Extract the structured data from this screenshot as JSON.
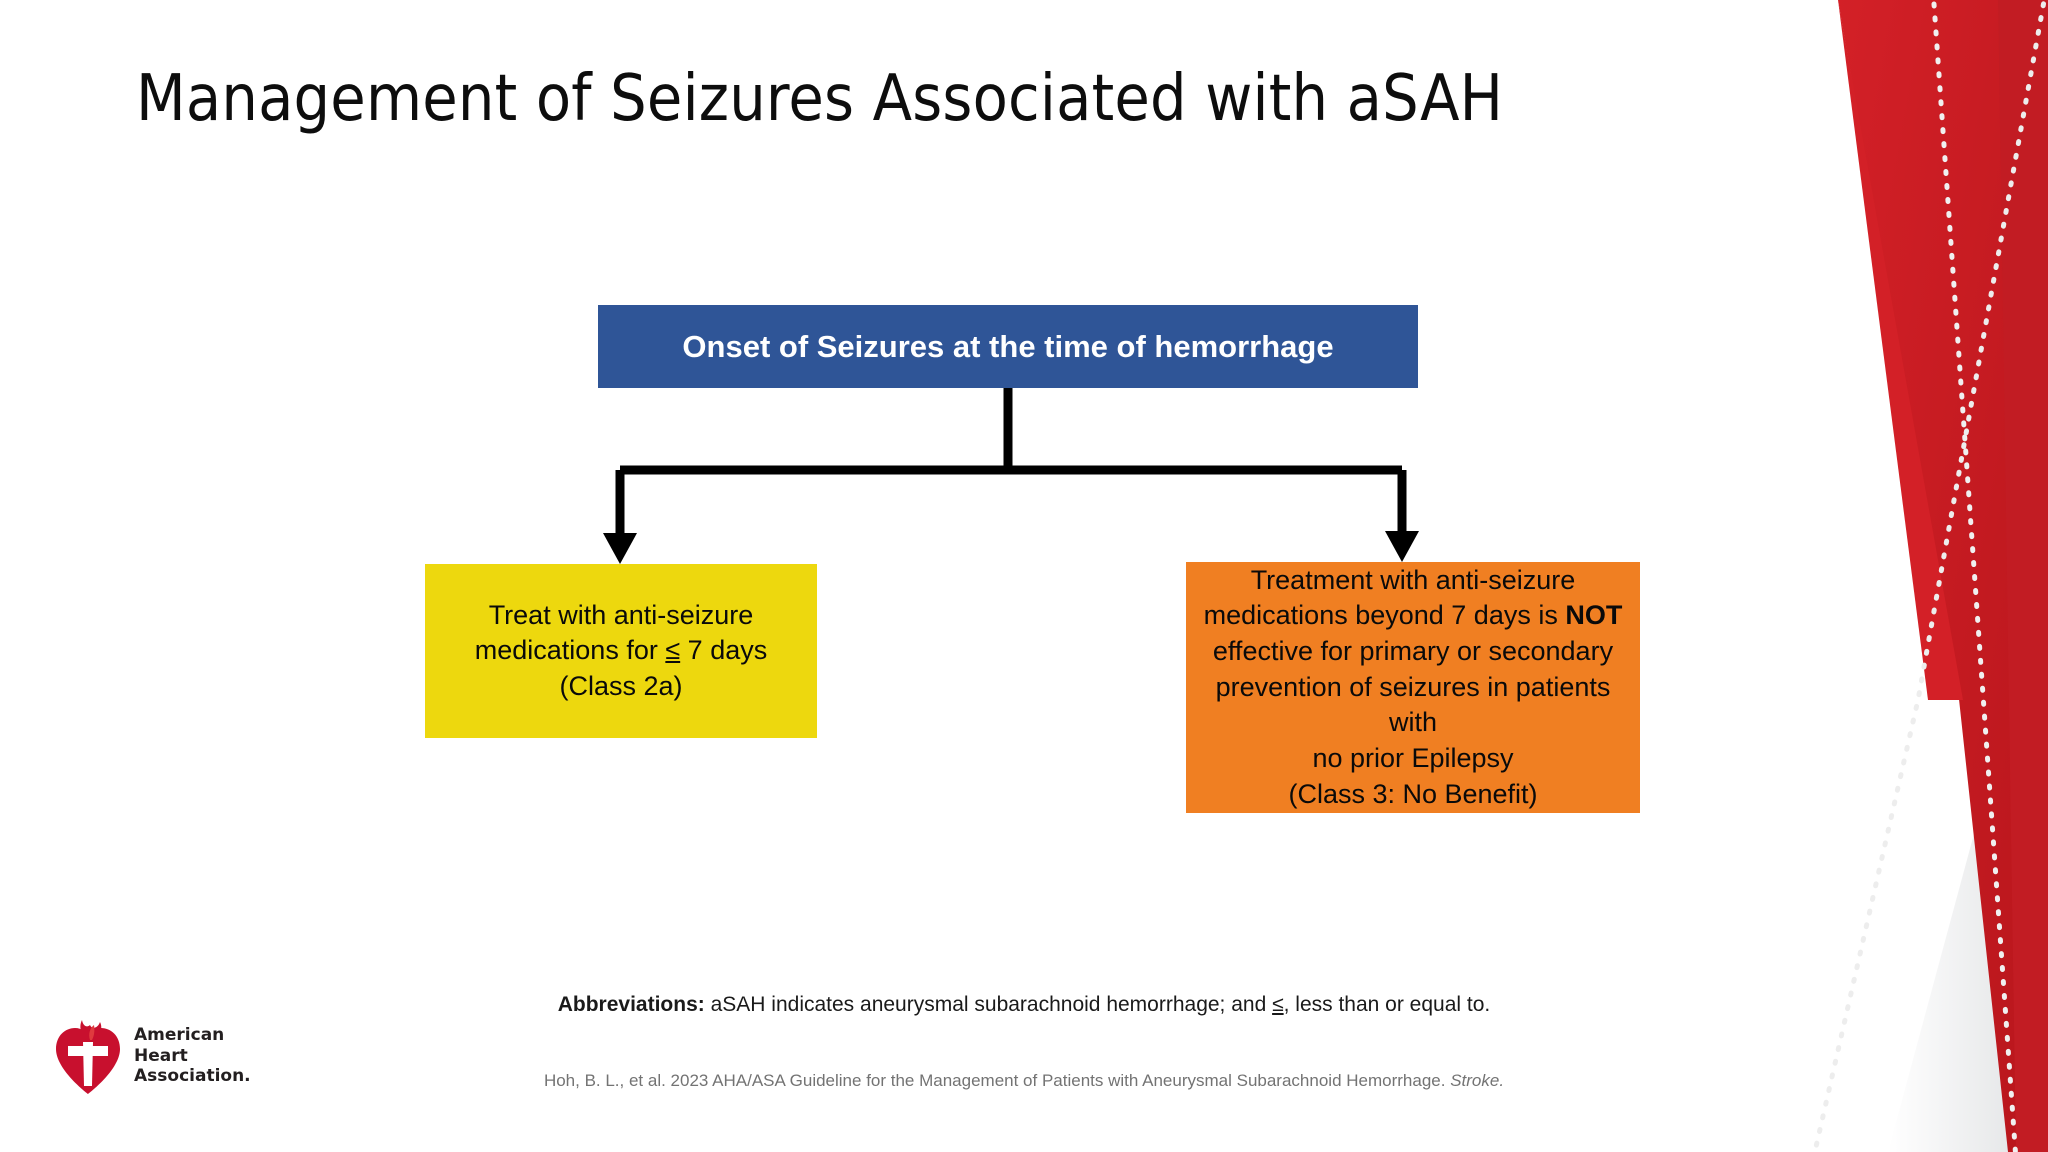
{
  "slide": {
    "title": "Management of Seizures Associated with aSAH",
    "background": "#FFFFFF"
  },
  "colors": {
    "root_box": "#2F5597",
    "left_box": "#EDD80E",
    "right_box": "#F07F22",
    "connector": "#000000",
    "brand_red": "#D32027",
    "title_text": "#0D0D0D",
    "citation_text": "#737373"
  },
  "flowchart": {
    "type": "diagram",
    "root": {
      "id": "root-node",
      "label": "Onset of Seizures at the time of hemorrhage",
      "fill": "#2F5597",
      "text_color": "#FFFFFF"
    },
    "branches": [
      {
        "id": "left-node",
        "fill": "#EDD80E",
        "text_color": "#0A0A0A",
        "lines": [
          {
            "text": "Treat with anti-seizure"
          },
          {
            "pre": "medications for ",
            "symbol": "≤",
            "post": " 7 days"
          },
          {
            "text": "(Class 2a)"
          }
        ],
        "plain_text": "Treat with anti-seizure medications for ≤ 7 days (Class 2a)"
      },
      {
        "id": "right-node",
        "fill": "#F07F22",
        "text_color": "#0A0A0A",
        "lines": [
          {
            "text": "Treatment with anti-seizure"
          },
          {
            "pre": "medications beyond 7 days is ",
            "bold": "NOT",
            "post": ""
          },
          {
            "text": "effective for primary or secondary"
          },
          {
            "text": "prevention of seizures in patients with"
          },
          {
            "text": "no prior Epilepsy"
          },
          {
            "text": "(Class 3: No Benefit)"
          }
        ],
        "plain_text": "Treatment with anti-seizure medications beyond 7 days is NOT effective for primary or secondary prevention of seizures in patients with no prior Epilepsy (Class 3: No Benefit)"
      }
    ]
  },
  "footer": {
    "abbreviations_label": "Abbreviations:",
    "abbreviations_part1": " aSAH indicates aneurysmal subarachnoid hemorrhage; and ",
    "abbreviations_symbol": "≤",
    "abbreviations_part2": ", less than or equal to.",
    "citation_text": "Hoh, B. L., et al. 2023 AHA/ASA Guideline for the Management of Patients with Aneurysmal Subarachnoid Hemorrhage. ",
    "citation_journal": "Stroke."
  },
  "logo": {
    "line1": "American",
    "line2": "Heart",
    "line3": "Association."
  }
}
